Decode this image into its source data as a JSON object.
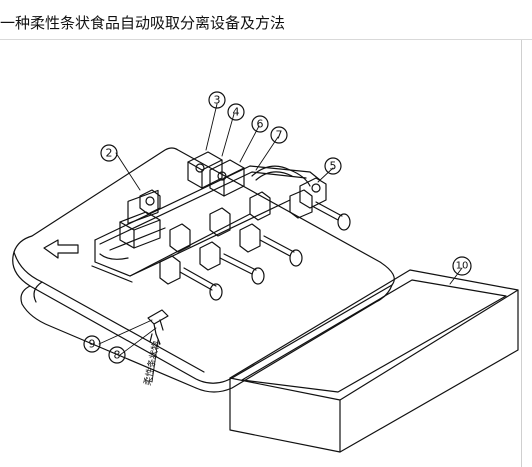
{
  "document": {
    "title": "一种柔性条状食品自动吸取分离设备及方法"
  },
  "figure": {
    "callouts": [
      {
        "id": "2",
        "label": "2"
      },
      {
        "id": "3",
        "label": "3"
      },
      {
        "id": "4",
        "label": "4"
      },
      {
        "id": "5",
        "label": "5"
      },
      {
        "id": "6",
        "label": "6"
      },
      {
        "id": "7",
        "label": "7"
      },
      {
        "id": "8",
        "label": "8"
      },
      {
        "id": "9",
        "label": "9"
      },
      {
        "id": "10",
        "label": "10"
      }
    ],
    "part_label": "柔性条状物"
  }
}
